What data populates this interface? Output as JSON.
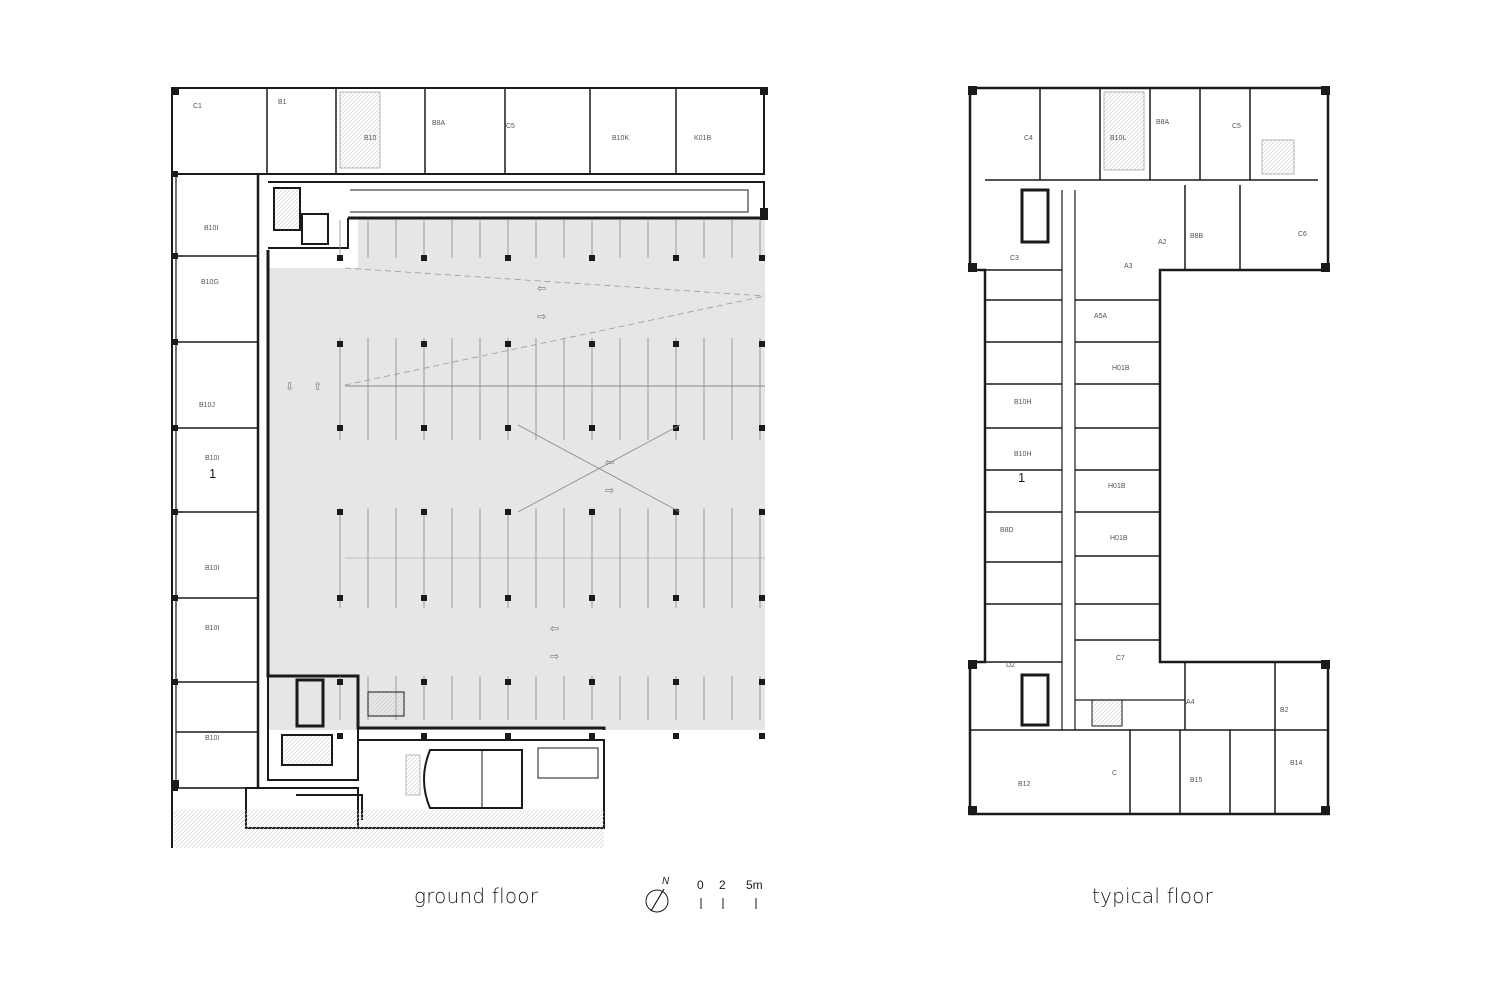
{
  "captions": {
    "ground": "ground floor",
    "typical": "typical floor"
  },
  "north_arrow": {
    "letter": "N"
  },
  "scale_bar": {
    "tick0": "0",
    "tick1": "2",
    "tick2": "5m"
  },
  "ground_floor": {
    "north_units": [
      "C1",
      "B1",
      "B10",
      "B8A",
      "C5",
      "B10K",
      "K01B"
    ],
    "west_units": [
      "B10I",
      "B10G",
      "B10J",
      "B10I",
      "B10I",
      "B10I",
      "B10I"
    ],
    "stair_tag": "1"
  },
  "typical_floor": {
    "north_units": [
      "C4",
      "B10L",
      "B8A",
      "C5"
    ],
    "east_wing_units": [
      "A2",
      "B8B",
      "C6"
    ],
    "units": [
      "C3",
      "A3",
      "A5A",
      "H01B",
      "B10H",
      "B10H",
      "H01B",
      "B8D",
      "H01B",
      "C7",
      "D2",
      "A4",
      "B2",
      "C",
      "B12",
      "B15",
      "B14"
    ],
    "stair_tag": "1"
  },
  "colors": {
    "line": "#1a1a1a",
    "garage_fill": "#e6e6e6",
    "hatch": "#c8c8c8",
    "background": "#ffffff"
  }
}
